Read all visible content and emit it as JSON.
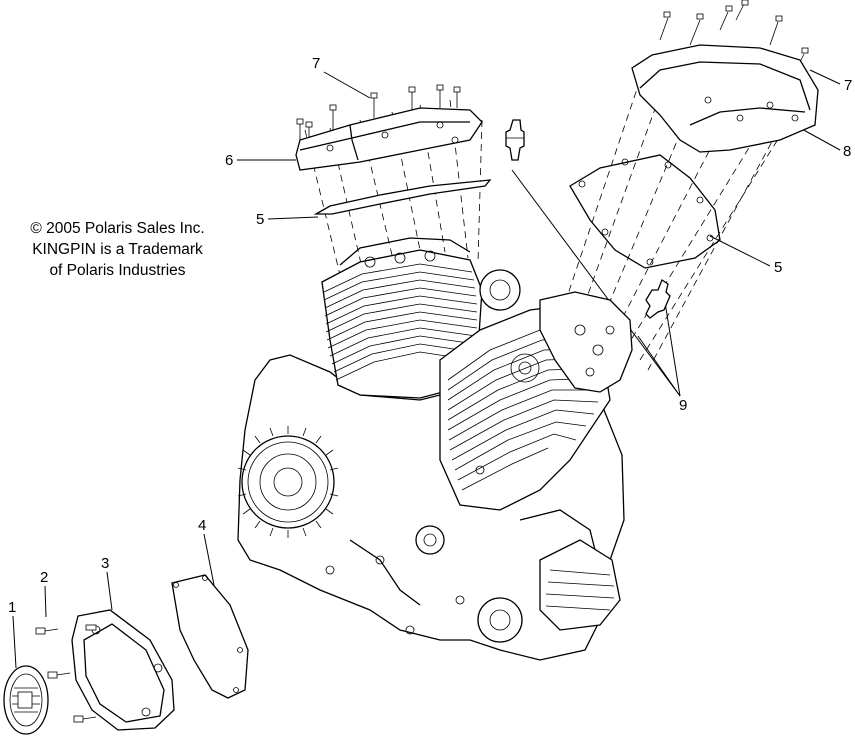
{
  "copyright": {
    "line1": "© 2005 Polaris Sales Inc.",
    "line2": "KINGPIN is a Trademark",
    "line3": "of Polaris Industries"
  },
  "callouts": [
    "1",
    "2",
    "3",
    "4",
    "5",
    "5",
    "6",
    "7",
    "7",
    "8",
    "9"
  ]
}
